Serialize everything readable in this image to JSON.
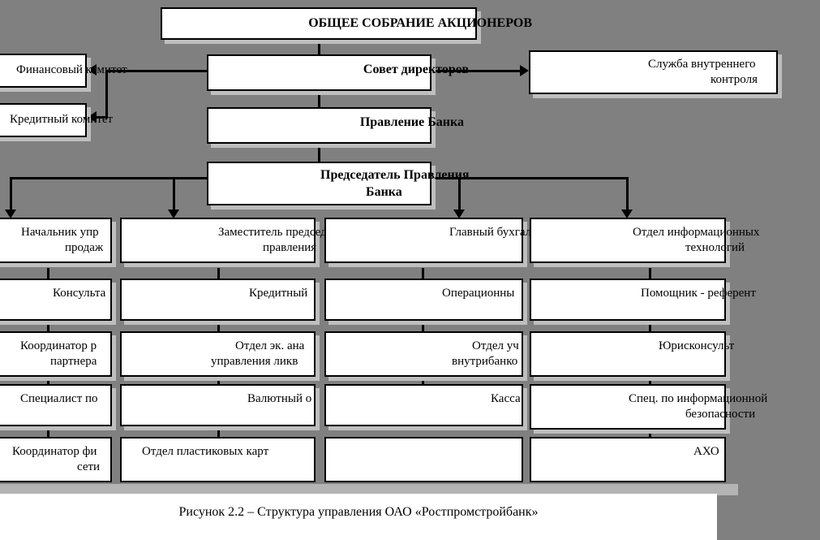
{
  "figure": {
    "caption": "Рисунок 2.2 – Структура управления ОАО «Ростпромстройбанк»",
    "background_color": "#808080",
    "box_fill": "#ffffff",
    "box_border": "#000000",
    "shadow_color": "#bebebe"
  },
  "top": {
    "shareholders_meeting": "ОБЩЕЕ СОБРАНИЕ АКЦИОНЕРОВ",
    "board_of_directors": "Совет директоров",
    "bank_board": "Правление Банка",
    "chairman": "Председатель Правления Банка",
    "chairman_line1": "Председатель Правления",
    "chairman_line2": "Банка"
  },
  "left_committees": [
    {
      "label": "Финансовый комитет"
    },
    {
      "label": "Кредитный комитет"
    }
  ],
  "right_unit": {
    "line1": "Служба внутреннего",
    "line2": "контроля",
    "full": "Служба внутреннего контроля"
  },
  "columns": [
    {
      "head": {
        "line1": "Начальник упр",
        "line2": "продаж",
        "full": "Начальник управления продаж"
      },
      "items": [
        {
          "line1": "Консульта",
          "line2": "",
          "full": "Консультант"
        },
        {
          "line1": "Координатор р",
          "line2": "партнера",
          "full": "Координатор работы с партнерами"
        },
        {
          "line1": "Специалист по",
          "line2": "",
          "full": "Специалист по продажам"
        },
        {
          "line1": "Координатор фи",
          "line2": "сети",
          "full": "Координатор филиальной сети"
        }
      ]
    },
    {
      "head": {
        "line1": "Заместитель председателя",
        "line2": "правления",
        "full": "Заместитель председателя правления"
      },
      "items": [
        {
          "line1": "Кредитный",
          "line2": "",
          "full": "Кредитный отдел"
        },
        {
          "line1": "Отдел эк. ана",
          "line2": "управления ликв",
          "full": "Отдел эк. анализа и управления ликвидностью"
        },
        {
          "line1": "Валютный о",
          "line2": "",
          "full": "Валютный отдел"
        },
        {
          "line1": "Отдел пластиковых карт",
          "line2": "",
          "full": "Отдел пластиковых карт"
        }
      ]
    },
    {
      "head": {
        "line1": "Главный бухгалтер",
        "line2": "",
        "full": "Главный бухгалтер"
      },
      "items": [
        {
          "line1": "Операционны",
          "line2": "",
          "full": "Операционный отдел"
        },
        {
          "line1": "Отдел уч",
          "line2": "внутрибанко",
          "full": "Отдел учета внутрибанковских операций"
        },
        {
          "line1": "Касса",
          "line2": "",
          "full": "Касса"
        },
        {
          "line1": "",
          "line2": "",
          "full": ""
        }
      ]
    },
    {
      "head": {
        "line1": "Отдел информационных",
        "line2": "технологий",
        "full": "Отдел информационных технологий"
      },
      "items": [
        {
          "line1": "Помощник - референт",
          "line2": "",
          "full": "Помощник - референт"
        },
        {
          "line1": "Юрисконсульт",
          "line2": "",
          "full": "Юрисконсульт"
        },
        {
          "line1": "Спец. по информационной",
          "line2": "безопасности",
          "full": "Спец. по информационной безопасности"
        },
        {
          "line1": "АХО",
          "line2": "",
          "full": "АХО"
        }
      ]
    }
  ]
}
